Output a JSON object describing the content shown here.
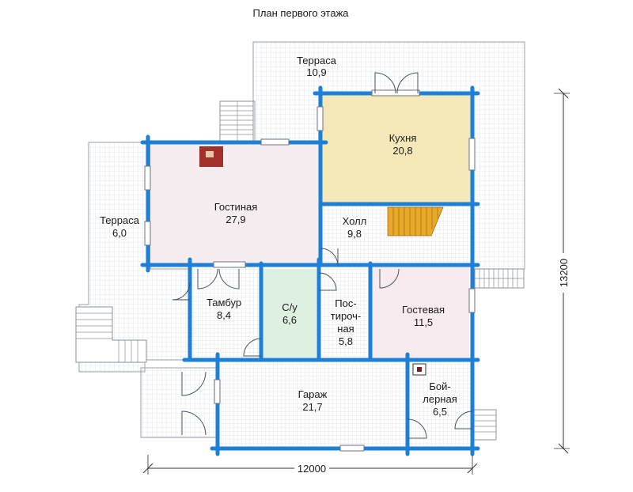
{
  "plan": {
    "title": "План первого этажа",
    "width_dim": "12000",
    "height_dim": "13200",
    "colors": {
      "wall": "#1e7fd6",
      "grid_line": "#c9ccd3",
      "kitchen": "#f4e8b8",
      "living": "#f6ecf0",
      "bath": "#ddf0e2",
      "guest": "#f7ebf0",
      "stairs": "#e8a92a"
    }
  },
  "rooms": {
    "terrace_top": {
      "name": "Терраса",
      "area": "10,9"
    },
    "kitchen": {
      "name": "Кухня",
      "area": "20,8"
    },
    "living": {
      "name": "Гостиная",
      "area": "27,9"
    },
    "terrace_left": {
      "name": "Терраса",
      "area": "6,0"
    },
    "hall": {
      "name": "Холл",
      "area": "9,8"
    },
    "tambur": {
      "name": "Тамбур",
      "area": "8,4"
    },
    "wc": {
      "name": "С/у",
      "area": "6,6"
    },
    "laundry": {
      "name1": "Пос-",
      "name2": "тироч-",
      "name3": "ная",
      "area": "5,8"
    },
    "guest": {
      "name": "Гостевая",
      "area": "11,5"
    },
    "garage": {
      "name": "Гараж",
      "area": "21,7"
    },
    "boiler": {
      "name1": "Бой-",
      "name2": "лерная",
      "area": "6,5"
    }
  }
}
